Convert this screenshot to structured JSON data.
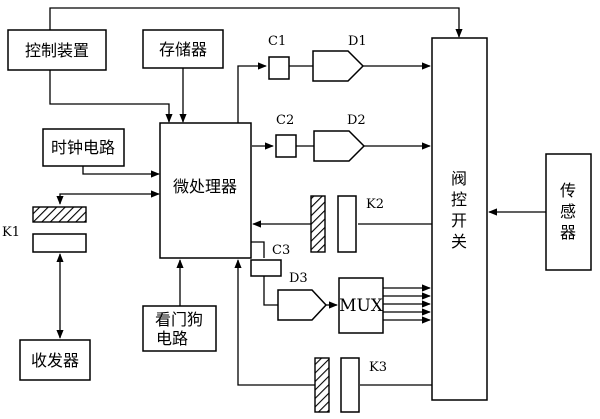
{
  "blocks": {
    "control_device": "控制装置",
    "memory": "存储器",
    "clock_circuit": "时钟电路",
    "microprocessor": "微处理器",
    "watchdog_line1": "看门狗",
    "watchdog_line2": "电路",
    "transceiver": "收发器",
    "valve_switch": [
      "阀",
      "控",
      "开",
      "关"
    ],
    "sensor": [
      "传",
      "感",
      "器"
    ],
    "mux": "MUX"
  },
  "labels": {
    "c1": "C1",
    "c2": "C2",
    "c3": "C3",
    "d1": "D1",
    "d2": "D2",
    "d3": "D3",
    "k1": "K1",
    "k2": "K2",
    "k3": "K3"
  },
  "colors": {
    "stroke": "#000000",
    "background": "#ffffff"
  }
}
